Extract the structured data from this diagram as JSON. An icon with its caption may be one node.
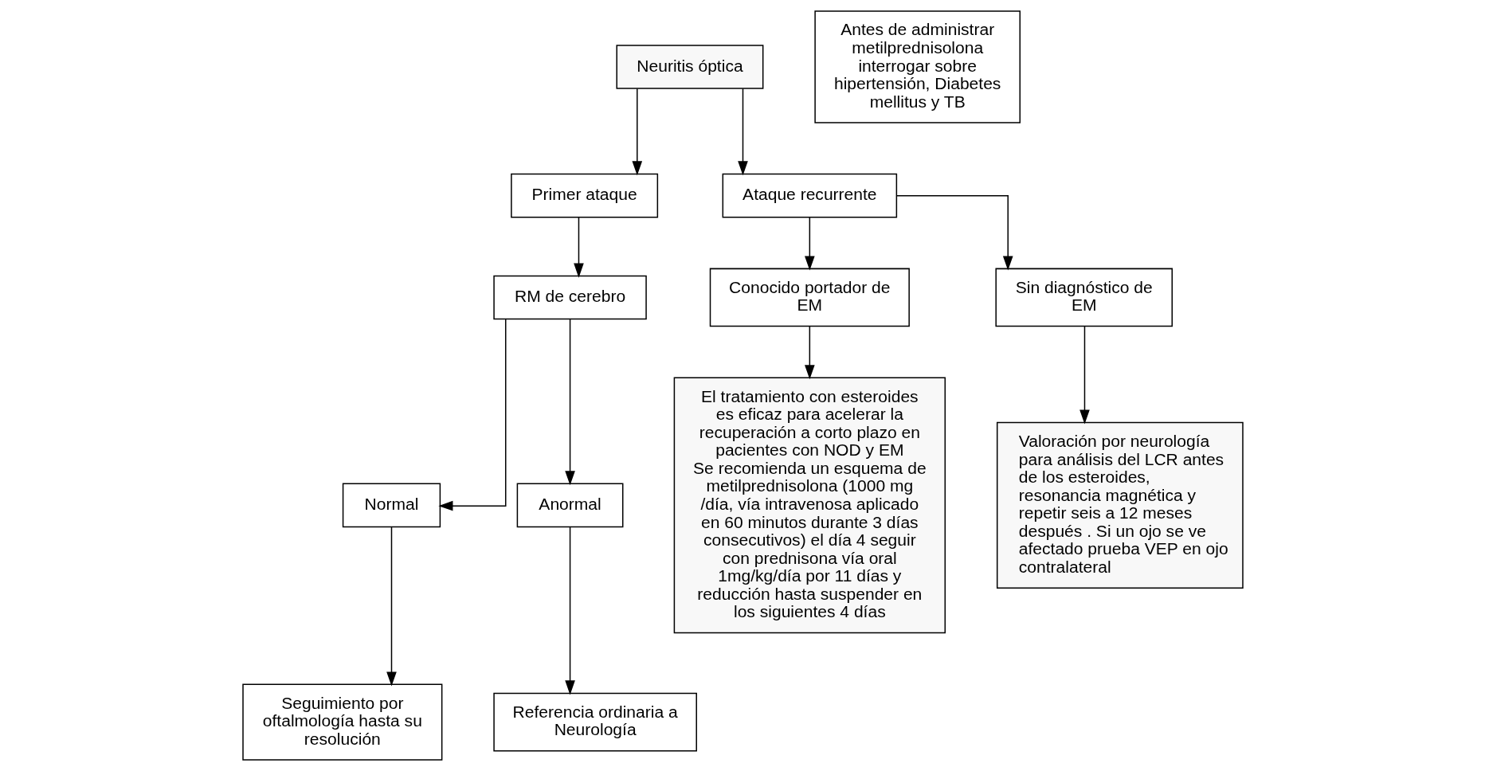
{
  "diagram": {
    "nodes": [
      {
        "text": [
          "Neuritis óptica"
        ]
      },
      {
        "text": [
          "Primer ataque"
        ]
      },
      {
        "text": [
          "Ataque recurrente"
        ]
      },
      {
        "text": [
          "RM de cerebro"
        ]
      },
      {
        "text": [
          "Normal"
        ]
      },
      {
        "text": [
          "Anormal"
        ]
      },
      {
        "text": [
          "Seguimiento por oftalmología hasta su resolución"
        ]
      },
      {
        "text": [
          "Referencia ordinaria a Neurología"
        ]
      },
      {
        "text": [
          "Antes de administrar metilprednisolona interrogar sobre hipertensión, Diabetes mellitus y TB"
        ]
      },
      {
        "text": [
          "Conocido portador de EM"
        ]
      },
      {
        "text": [
          "Sin diagnóstico de EM"
        ]
      },
      {
        "text": [
          "El tratamiento con esteroides es eficaz para acelerar la recuperación a corto plazo en pacientes con NOD y EM",
          "Se recomienda un esquema de metilprednisolona (1000 mg /día, vía intravenosa aplicado en 60 minutos durante 3 días consecutivos) el día 4 seguir con prednisona vía oral 1mg/kg/día por 11 días y reducción hasta suspender en los siguientes 4 días"
        ]
      },
      {
        "text": [
          "Valoración por neurología para análisis del LCR antes de los esteroides, resonancia magnética y repetir seis a 12 meses después . Si un ojo se ve afectado prueba VEP en ojo contralateral"
        ]
      }
    ],
    "edges": [
      {
        "from": 0,
        "to": 1,
        "arrow": "to"
      },
      {
        "from": 0,
        "to": 2,
        "arrow": "to"
      },
      {
        "from": 1,
        "to": 3,
        "arrow": "to"
      },
      {
        "from": 3,
        "to": 4,
        "arrow": "to"
      },
      {
        "from": 3,
        "to": 5,
        "arrow": "to"
      },
      {
        "from": 4,
        "to": 6,
        "arrow": "to"
      },
      {
        "from": 5,
        "to": 7,
        "arrow": "to"
      },
      {
        "from": 2,
        "to": 9,
        "arrow": "to"
      },
      {
        "from": 2,
        "to": 10,
        "arrow": "to"
      },
      {
        "from": 9,
        "to": 11,
        "arrow": "to"
      },
      {
        "from": 10,
        "to": 12,
        "arrow": "to"
      }
    ]
  }
}
